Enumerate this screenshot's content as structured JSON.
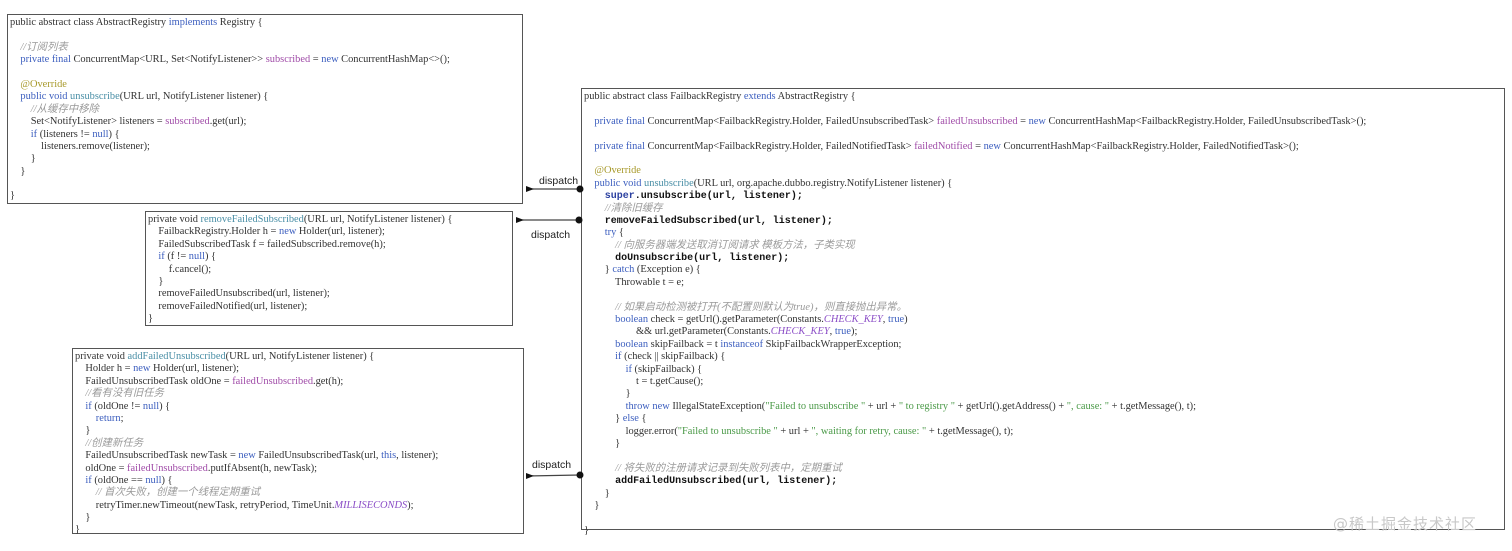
{
  "diagram": {
    "title": "Dubbo FailbackRegistry unsubscribe dispatch flow",
    "connector_label": "dispatch",
    "watermark": "@稀土掘金技术社区",
    "colors": {
      "keyword": "#3d5fbf",
      "method_name": "#4a8fa6",
      "field": "#a04ca8",
      "annotation": "#a89a2c",
      "comment": "#9a9a9a",
      "string": "#4b9a48",
      "constant": "#8a4cc6",
      "border": "#555555"
    },
    "boxes": {
      "abstract_registry": {
        "name": "AbstractRegistry",
        "lines": [
          [
            [
              "t",
              "public abstract class AbstractRegistry "
            ],
            [
              "kw",
              "implements"
            ],
            [
              "t",
              " Registry {"
            ]
          ],
          [],
          [
            [
              "t",
              "    "
            ],
            [
              "cm",
              "//订阅列表"
            ]
          ],
          [
            [
              "t",
              "    "
            ],
            [
              "kw",
              "private final"
            ],
            [
              "t",
              " ConcurrentMap<URL, Set<NotifyListener>> "
            ],
            [
              "field",
              "subscribed"
            ],
            [
              "t",
              " = "
            ],
            [
              "kw",
              "new"
            ],
            [
              "t",
              " ConcurrentHashMap<>();"
            ]
          ],
          [],
          [
            [
              "t",
              "    "
            ],
            [
              "ann",
              "@Override"
            ]
          ],
          [
            [
              "t",
              "    "
            ],
            [
              "kw",
              "public void"
            ],
            [
              "t",
              " "
            ],
            [
              "fn",
              "unsubscribe"
            ],
            [
              "t",
              "(URL url, NotifyListener listener) {"
            ]
          ],
          [
            [
              "t",
              "        "
            ],
            [
              "cm",
              "//从缓存中移除"
            ]
          ],
          [
            [
              "t",
              "        Set<NotifyListener> listeners = "
            ],
            [
              "field",
              "subscribed"
            ],
            [
              "t",
              ".get(url);"
            ]
          ],
          [
            [
              "t",
              "        "
            ],
            [
              "kw",
              "if"
            ],
            [
              "t",
              " (listeners != "
            ],
            [
              "kw",
              "null"
            ],
            [
              "t",
              ") {"
            ]
          ],
          [
            [
              "t",
              "            listeners.remove(listener);"
            ]
          ],
          [
            [
              "t",
              "        }"
            ]
          ],
          [
            [
              "t",
              "    }"
            ]
          ],
          [],
          [
            [
              "t",
              "}"
            ]
          ]
        ]
      },
      "remove_failed_subscribed": {
        "name": "removeFailedSubscribed",
        "lines": [
          [
            [
              "t",
              "private void "
            ],
            [
              "fn",
              "removeFailedSubscribed"
            ],
            [
              "t",
              "(URL url, NotifyListener listener) {"
            ]
          ],
          [
            [
              "t",
              "    FailbackRegistry.Holder h = "
            ],
            [
              "kw",
              "new"
            ],
            [
              "t",
              " Holder(url, listener);"
            ]
          ],
          [
            [
              "t",
              "    FailedSubscribedTask f = failedSubscribed.remove(h);"
            ]
          ],
          [
            [
              "t",
              "    "
            ],
            [
              "kw",
              "if"
            ],
            [
              "t",
              " (f != "
            ],
            [
              "kw",
              "null"
            ],
            [
              "t",
              ") {"
            ]
          ],
          [
            [
              "t",
              "        f.cancel();"
            ]
          ],
          [
            [
              "t",
              "    }"
            ]
          ],
          [
            [
              "t",
              "    removeFailedUnsubscribed(url, listener);"
            ]
          ],
          [
            [
              "t",
              "    removeFailedNotified(url, listener);"
            ]
          ],
          [
            [
              "t",
              "}"
            ]
          ]
        ]
      },
      "add_failed_unsubscribed": {
        "name": "addFailedUnsubscribed",
        "lines": [
          [
            [
              "t",
              "private void "
            ],
            [
              "fn",
              "addFailedUnsubscribed"
            ],
            [
              "t",
              "(URL url, NotifyListener listener) {"
            ]
          ],
          [
            [
              "t",
              "    Holder h = "
            ],
            [
              "kw",
              "new"
            ],
            [
              "t",
              " Holder(url, listener);"
            ]
          ],
          [
            [
              "t",
              "    FailedUnsubscribedTask oldOne = "
            ],
            [
              "field",
              "failedUnsubscribed"
            ],
            [
              "t",
              ".get(h);"
            ]
          ],
          [
            [
              "t",
              "    "
            ],
            [
              "cm",
              "//看有没有旧任务"
            ]
          ],
          [
            [
              "t",
              "    "
            ],
            [
              "kw",
              "if"
            ],
            [
              "t",
              " (oldOne != "
            ],
            [
              "kw",
              "null"
            ],
            [
              "t",
              ") {"
            ]
          ],
          [
            [
              "t",
              "        "
            ],
            [
              "kw",
              "return"
            ],
            [
              "t",
              ";"
            ]
          ],
          [
            [
              "t",
              "    }"
            ]
          ],
          [
            [
              "t",
              "    "
            ],
            [
              "cm",
              "//创建新任务"
            ]
          ],
          [
            [
              "t",
              "    FailedUnsubscribedTask newTask = "
            ],
            [
              "kw",
              "new"
            ],
            [
              "t",
              " FailedUnsubscribedTask(url, "
            ],
            [
              "kw",
              "this"
            ],
            [
              "t",
              ", listener);"
            ]
          ],
          [
            [
              "t",
              "    oldOne = "
            ],
            [
              "field",
              "failedUnsubscribed"
            ],
            [
              "t",
              ".putIfAbsent(h, newTask);"
            ]
          ],
          [
            [
              "t",
              "    "
            ],
            [
              "kw",
              "if"
            ],
            [
              "t",
              " (oldOne == "
            ],
            [
              "kw",
              "null"
            ],
            [
              "t",
              ") {"
            ]
          ],
          [
            [
              "t",
              "        "
            ],
            [
              "cm",
              "// 首次失败，创建一个线程定期重试"
            ]
          ],
          [
            [
              "t",
              "        retryTimer.newTimeout(newTask, retryPeriod, TimeUnit."
            ],
            [
              "const",
              "MILLISECONDS"
            ],
            [
              "t",
              ");"
            ]
          ],
          [
            [
              "t",
              "    }"
            ]
          ],
          [
            [
              "t",
              "}"
            ]
          ]
        ]
      },
      "failback_registry": {
        "name": "FailbackRegistry",
        "lines": [
          [
            [
              "t",
              "public abstract class FailbackRegistry "
            ],
            [
              "kw",
              "extends"
            ],
            [
              "t",
              " AbstractRegistry {"
            ]
          ],
          [],
          [
            [
              "t",
              "    "
            ],
            [
              "kw",
              "private final"
            ],
            [
              "t",
              " ConcurrentMap<FailbackRegistry.Holder, FailedUnsubscribedTask> "
            ],
            [
              "field",
              "failedUnsubscribed"
            ],
            [
              "t",
              " = "
            ],
            [
              "kw",
              "new"
            ],
            [
              "t",
              " ConcurrentHashMap<FailbackRegistry.Holder, FailedUnsubscribedTask>();"
            ]
          ],
          [],
          [
            [
              "t",
              "    "
            ],
            [
              "kw",
              "private final"
            ],
            [
              "t",
              " ConcurrentMap<FailbackRegistry.Holder, FailedNotifiedTask> "
            ],
            [
              "field",
              "failedNotified"
            ],
            [
              "t",
              " = "
            ],
            [
              "kw",
              "new"
            ],
            [
              "t",
              " ConcurrentHashMap<FailbackRegistry.Holder, FailedNotifiedTask>();"
            ]
          ],
          [],
          [
            [
              "t",
              "    "
            ],
            [
              "ann",
              "@Override"
            ]
          ],
          [
            [
              "t",
              "    "
            ],
            [
              "kw",
              "public void"
            ],
            [
              "t",
              " "
            ],
            [
              "fn",
              "unsubscribe"
            ],
            [
              "t",
              "(URL url, org.apache.dubbo.registry.NotifyListener listener) {"
            ]
          ],
          [
            [
              "t",
              "        "
            ],
            [
              "boldkw",
              "super"
            ],
            [
              "bold",
              ".unsubscribe(url, listener);"
            ]
          ],
          [
            [
              "t",
              "        "
            ],
            [
              "cm",
              "//清除旧缓存"
            ]
          ],
          [
            [
              "t",
              "        "
            ],
            [
              "bold",
              "removeFailedSubscribed(url, listener);"
            ]
          ],
          [
            [
              "t",
              "        "
            ],
            [
              "kw",
              "try"
            ],
            [
              "t",
              " {"
            ]
          ],
          [
            [
              "t",
              "            "
            ],
            [
              "cm",
              "// 向服务器端发送取消订阅请求 模板方法，子类实现"
            ]
          ],
          [
            [
              "t",
              "            "
            ],
            [
              "bold",
              "doUnsubscribe(url, listener);"
            ]
          ],
          [
            [
              "t",
              "        } "
            ],
            [
              "kw",
              "catch"
            ],
            [
              "t",
              " (Exception e) {"
            ]
          ],
          [
            [
              "t",
              "            Throwable t = e;"
            ]
          ],
          [],
          [
            [
              "t",
              "            "
            ],
            [
              "cm",
              "// 如果启动检测被打开(不配置则默认为true)，则直接抛出异常。"
            ]
          ],
          [
            [
              "t",
              "            "
            ],
            [
              "kw",
              "boolean"
            ],
            [
              "t",
              " check = getUrl().getParameter(Constants."
            ],
            [
              "const",
              "CHECK_KEY"
            ],
            [
              "t",
              ", "
            ],
            [
              "kw",
              "true"
            ],
            [
              "t",
              ")"
            ]
          ],
          [
            [
              "t",
              "                    && url.getParameter(Constants."
            ],
            [
              "const",
              "CHECK_KEY"
            ],
            [
              "t",
              ", "
            ],
            [
              "kw",
              "true"
            ],
            [
              "t",
              ");"
            ]
          ],
          [
            [
              "t",
              "            "
            ],
            [
              "kw",
              "boolean"
            ],
            [
              "t",
              " skipFailback = t "
            ],
            [
              "kw",
              "instanceof"
            ],
            [
              "t",
              " SkipFailbackWrapperException;"
            ]
          ],
          [
            [
              "t",
              "            "
            ],
            [
              "kw",
              "if"
            ],
            [
              "t",
              " (check || skipFailback) {"
            ]
          ],
          [
            [
              "t",
              "                "
            ],
            [
              "kw",
              "if"
            ],
            [
              "t",
              " (skipFailback) {"
            ]
          ],
          [
            [
              "t",
              "                    t = t.getCause();"
            ]
          ],
          [
            [
              "t",
              "                }"
            ]
          ],
          [
            [
              "t",
              "                "
            ],
            [
              "kw",
              "throw new"
            ],
            [
              "t",
              " IllegalStateException("
            ],
            [
              "str",
              "\"Failed to unsubscribe \""
            ],
            [
              "t",
              " + url + "
            ],
            [
              "str",
              "\" to registry \""
            ],
            [
              "t",
              " + getUrl().getAddress() + "
            ],
            [
              "str",
              "\", cause: \""
            ],
            [
              "t",
              " + t.getMessage(), t);"
            ]
          ],
          [
            [
              "t",
              "            } "
            ],
            [
              "kw",
              "else"
            ],
            [
              "t",
              " {"
            ]
          ],
          [
            [
              "t",
              "                logger.error("
            ],
            [
              "str",
              "\"Failed to unsubscribe \""
            ],
            [
              "t",
              " + url + "
            ],
            [
              "str",
              "\", waiting for retry, cause: \""
            ],
            [
              "t",
              " + t.getMessage(), t);"
            ]
          ],
          [
            [
              "t",
              "            }"
            ]
          ],
          [],
          [
            [
              "t",
              "            "
            ],
            [
              "cm",
              "// 将失败的注册请求记录到失败列表中，定期重试"
            ]
          ],
          [
            [
              "t",
              "            "
            ],
            [
              "bold",
              "addFailedUnsubscribed(url, listener);"
            ]
          ],
          [
            [
              "t",
              "        }"
            ]
          ],
          [
            [
              "t",
              "    }"
            ]
          ],
          [],
          [
            [
              "t",
              "}"
            ]
          ]
        ]
      }
    },
    "connectors": [
      {
        "from": "FailbackRegistry.unsubscribe: super.unsubscribe",
        "to": "AbstractRegistry",
        "label": "dispatch"
      },
      {
        "from": "FailbackRegistry.unsubscribe: removeFailedSubscribed",
        "to": "removeFailedSubscribed",
        "label": "dispatch"
      },
      {
        "from": "FailbackRegistry.unsubscribe: addFailedUnsubscribed",
        "to": "addFailedUnsubscribed",
        "label": "dispatch"
      }
    ]
  }
}
